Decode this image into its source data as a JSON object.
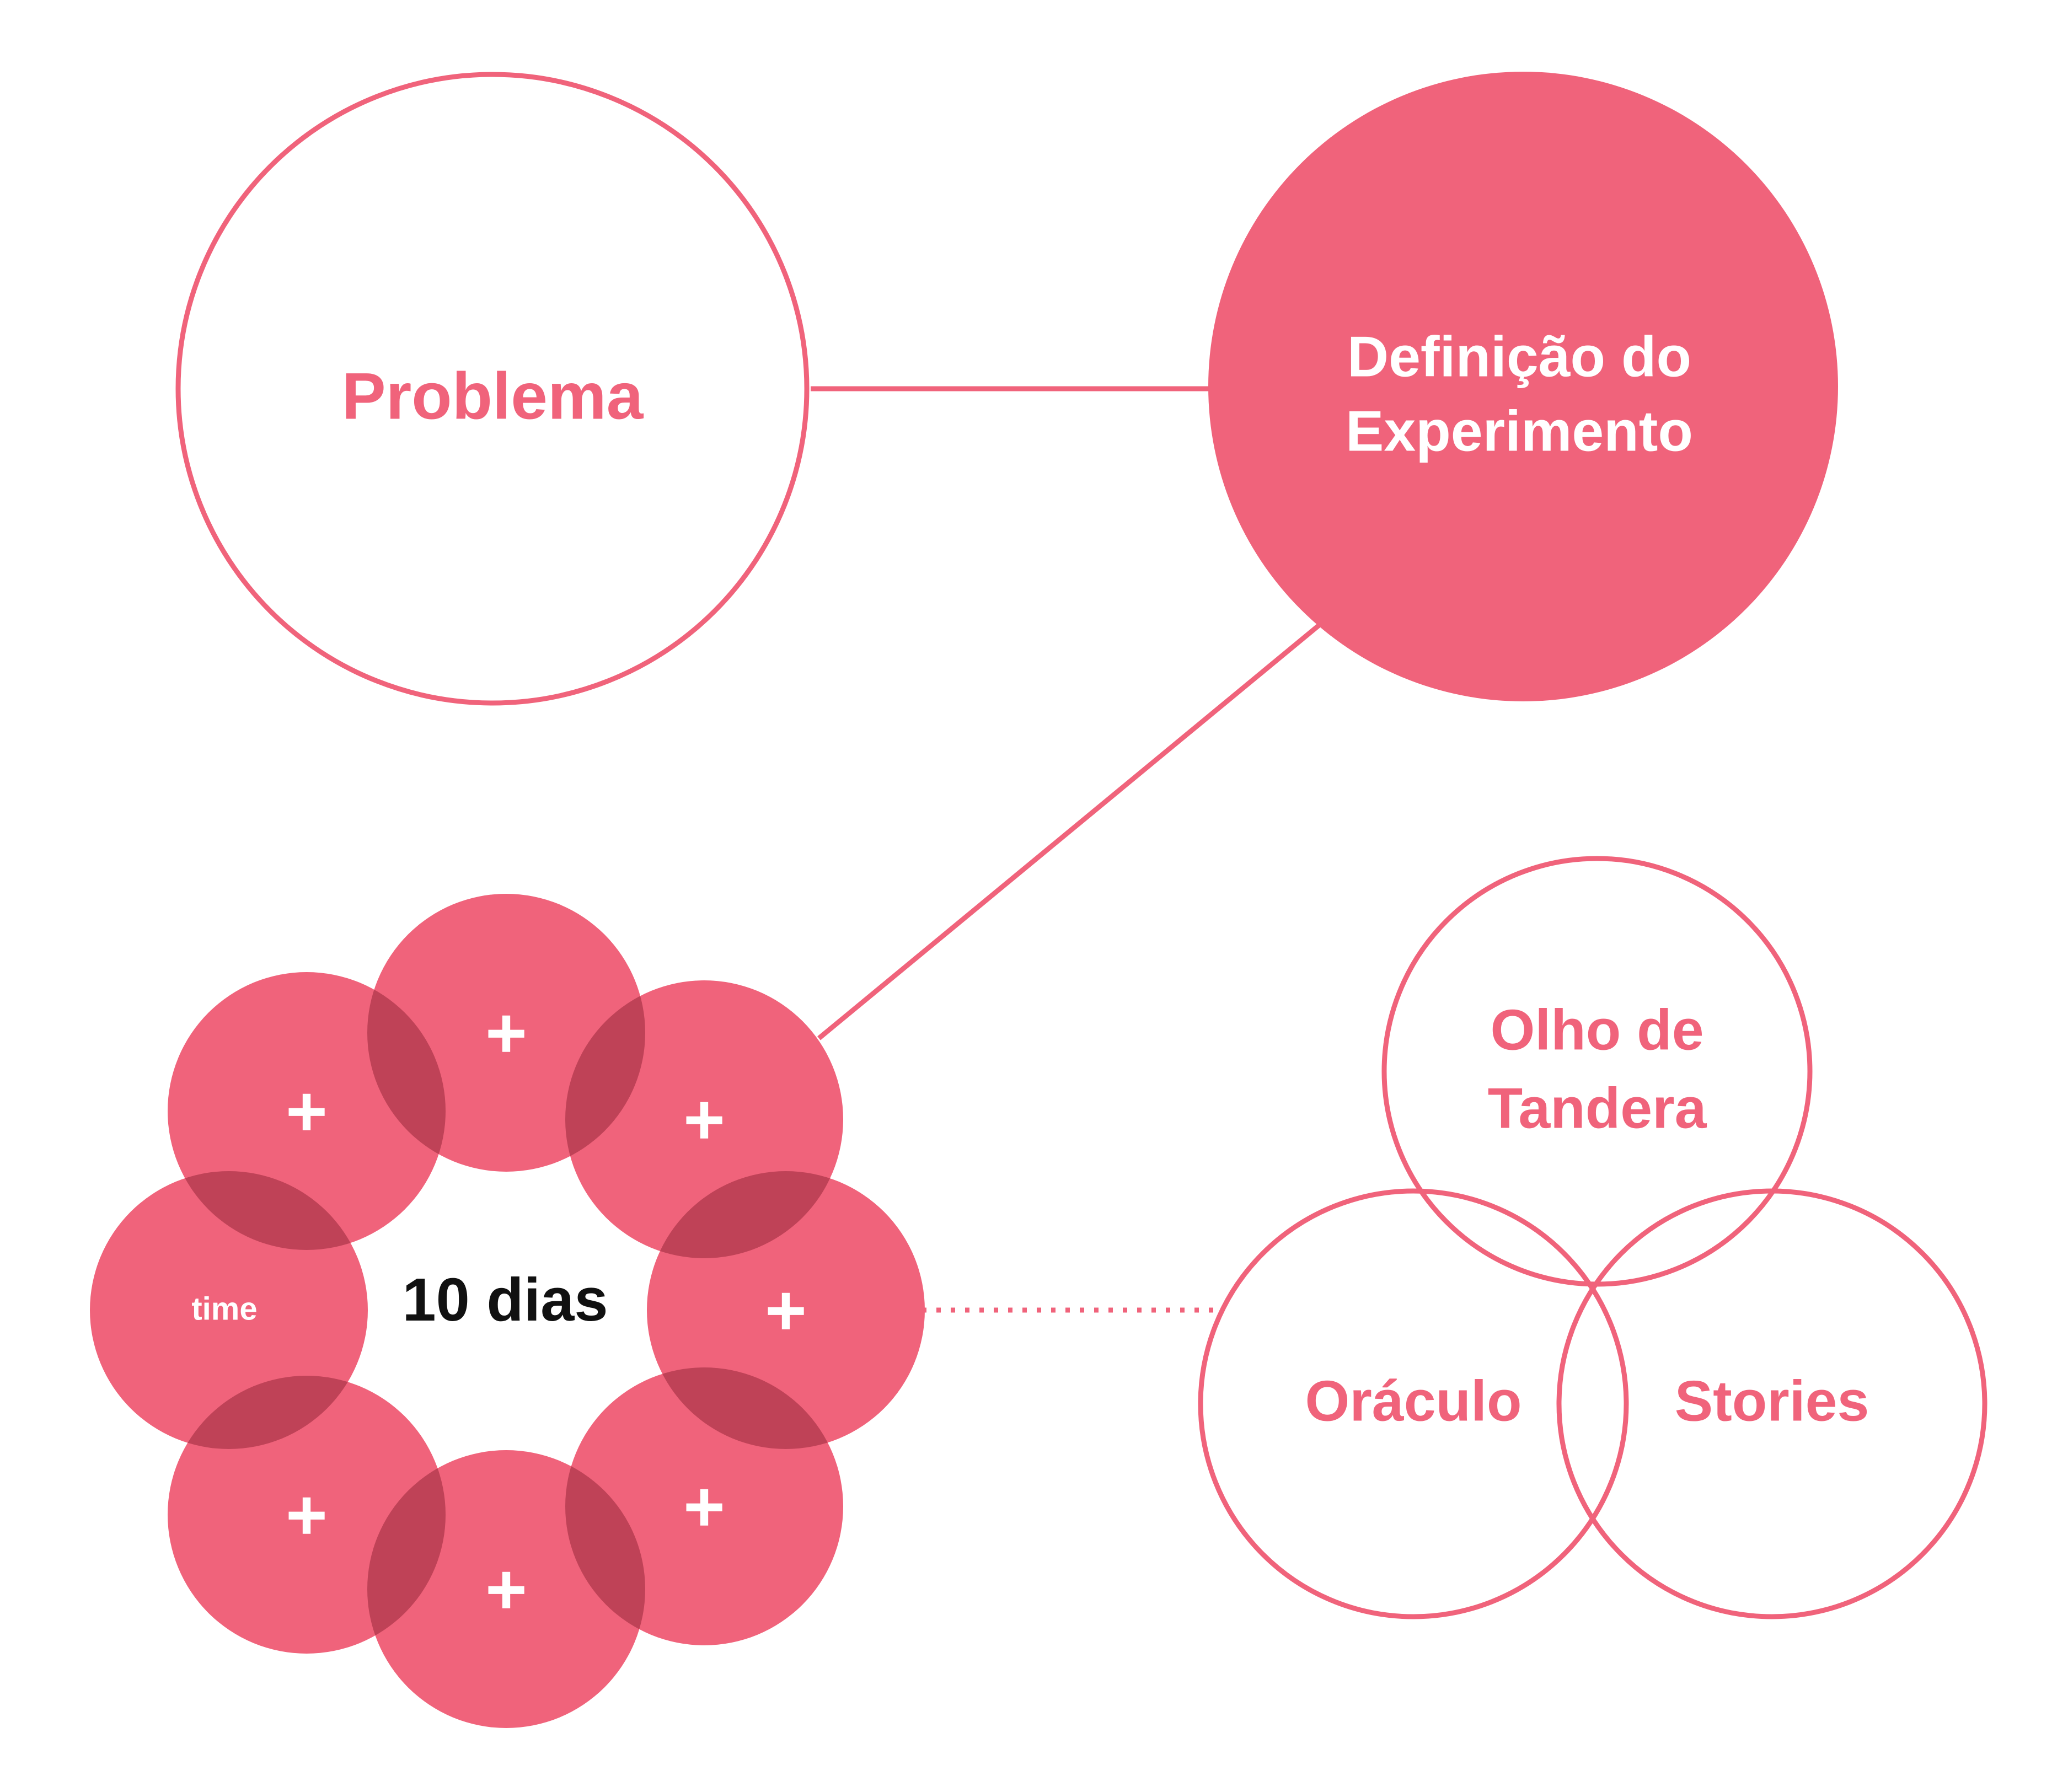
{
  "colors": {
    "accent": "#F0637B",
    "overlap": "#BF4257",
    "on_accent": "#FFFFFF",
    "text_dark": "#111111",
    "background": "#FFFFFF"
  },
  "nodes": {
    "problema": {
      "label": "Problema"
    },
    "definicao": {
      "lines": [
        "Definição do",
        "Experimento"
      ]
    }
  },
  "cluster": {
    "center_label": "10 dias",
    "time_label": "time",
    "plus_symbol": "+"
  },
  "venn": {
    "top": {
      "lines": [
        "Olho de",
        "Tandera"
      ]
    },
    "left": {
      "label": "Oráculo"
    },
    "right": {
      "label": "Stories"
    }
  }
}
